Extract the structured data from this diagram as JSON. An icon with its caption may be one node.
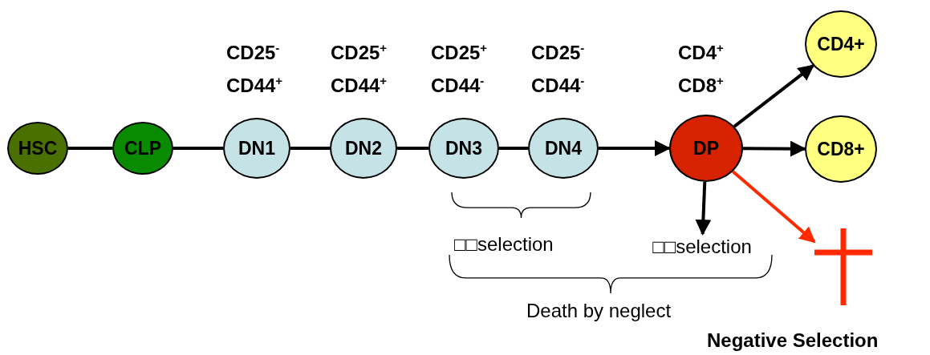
{
  "diagram": {
    "nodes": [
      {
        "text": [
          "HSC"
        ]
      },
      {
        "text": [
          "CLP"
        ]
      },
      {
        "text": [
          "DN1"
        ]
      },
      {
        "text": [
          "DN2"
        ]
      },
      {
        "text": [
          "DN3"
        ]
      },
      {
        "text": [
          "DN4"
        ]
      },
      {
        "text": [
          "DP"
        ]
      },
      {
        "text": [
          "CD4+"
        ]
      },
      {
        "text": [
          "CD8+"
        ]
      },
      {
        "text": [],
        "shape": "cross",
        "beside": [
          "Negative Selection"
        ]
      },
      {
        "text": [
          "□□selection"
        ]
      }
    ],
    "edges": [
      {
        "from": 0,
        "to": 1,
        "arrow": "none"
      },
      {
        "from": 1,
        "to": 2,
        "arrow": "none"
      },
      {
        "from": 2,
        "to": 3,
        "arrow": "none"
      },
      {
        "from": 3,
        "to": 4,
        "arrow": "none"
      },
      {
        "from": 4,
        "to": 5,
        "arrow": "none"
      },
      {
        "from": 5,
        "to": 6,
        "arrow": "to"
      },
      {
        "from": 6,
        "to": 7,
        "arrow": "to"
      },
      {
        "from": 6,
        "to": 8,
        "arrow": "to"
      },
      {
        "from": 6,
        "to": 9,
        "arrow": "to",
        "color": "#ff2a00"
      },
      {
        "from": 6,
        "to": 10,
        "arrow": "to"
      }
    ],
    "labels": [
      "CD25$^{-}$ CD44$^{+}$",
      "CD25$^{+}$ CD44$^{+}$",
      "CD25$^{+}$ CD44$^{-}$",
      "CD25$^{-}$ CD44$^{-}$",
      "CD4$^{+}$ CD8$^{+}$",
      "□□selection",
      "Death by neglect"
    ]
  }
}
